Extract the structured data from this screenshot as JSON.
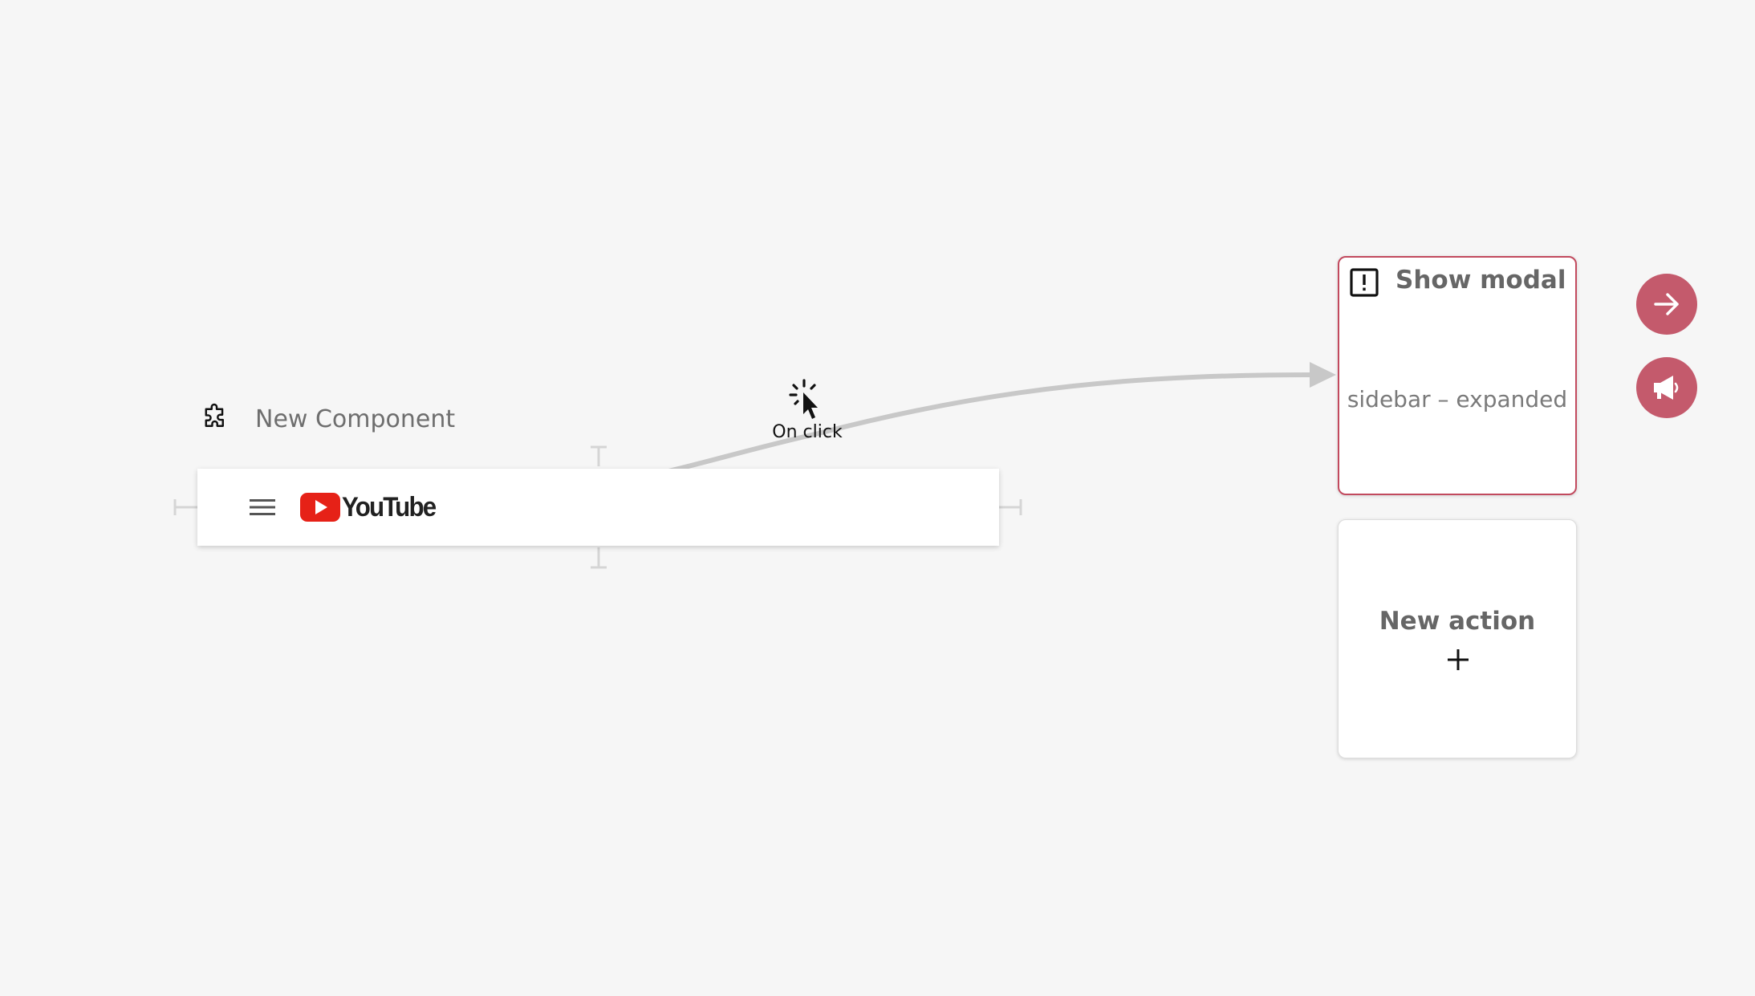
{
  "component": {
    "title": "New Component",
    "icon": "puzzle-icon",
    "preview": {
      "menu_icon": "hamburger-menu-icon",
      "logo_text": "YouTube",
      "logo_icon": "youtube-play-icon",
      "logo_color": "#e62117"
    }
  },
  "trigger": {
    "label": "On click",
    "icon": "click-cursor-icon"
  },
  "actions": [
    {
      "title": "Show modal",
      "subtitle": "sidebar – expanded",
      "icon": "alert-square-icon",
      "accent": "#c24a5e"
    },
    {
      "title": "New action",
      "icon": "plus-icon"
    }
  ],
  "side_buttons": [
    {
      "icon": "arrow-right-icon",
      "color": "#c45a6c"
    },
    {
      "icon": "megaphone-icon",
      "color": "#c45a6c"
    }
  ],
  "connector_color": "#c8c8c8"
}
